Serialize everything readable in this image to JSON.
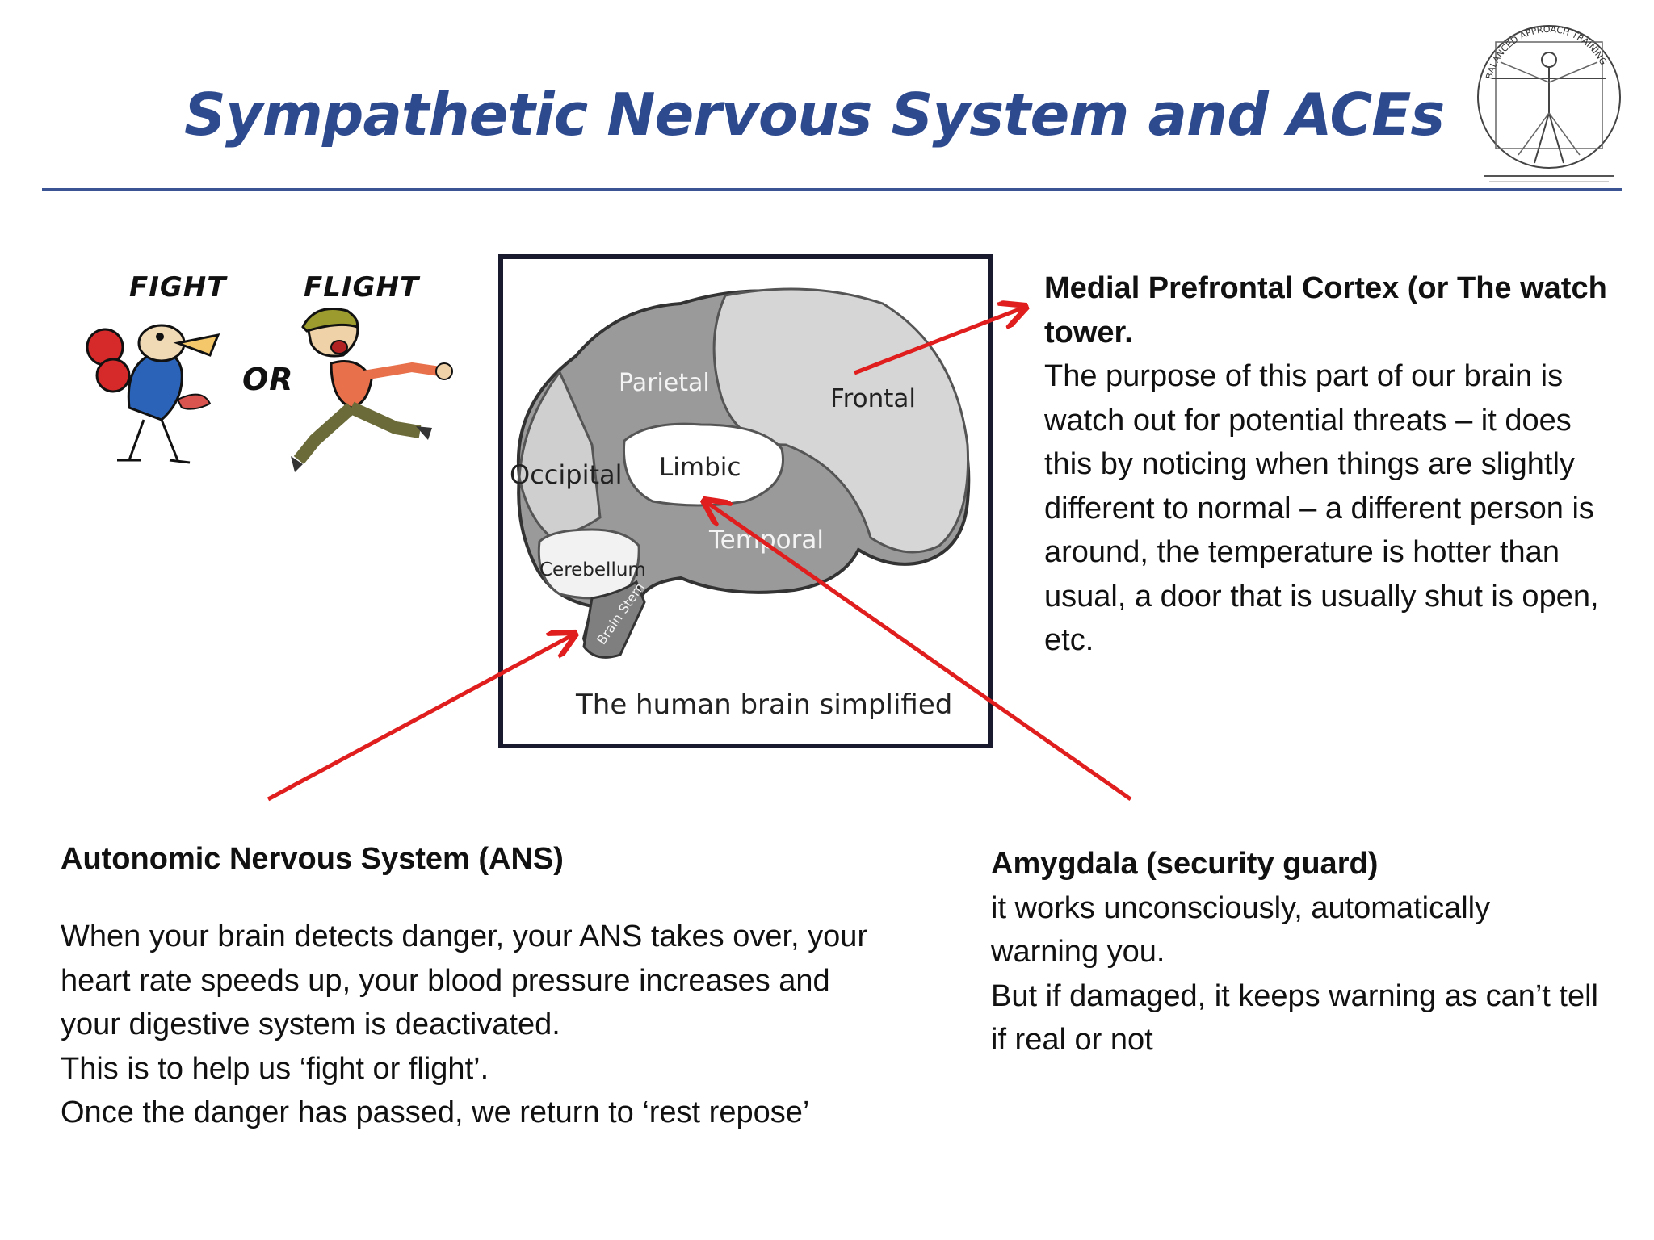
{
  "slide": {
    "title": "Sympathetic Nervous System and ACEs",
    "accent_color": "#2e4a8f",
    "arrow_color": "#e01e1e"
  },
  "logo": {
    "icon": "vitruvian-man-icon",
    "ring_text": "BALANCED APPROACH TRAINING"
  },
  "illustration": {
    "fight_label": "FIGHT",
    "or_label": "OR",
    "flight_label": "FLIGHT"
  },
  "brain": {
    "labels": {
      "parietal": "Parietal",
      "frontal": "Frontal",
      "occipital": "Occipital",
      "limbic": "Limbic",
      "temporal": "Temporal",
      "cerebellum": "Cerebellum",
      "brain_stem": "Brain Stem"
    },
    "caption": "The human brain simplified"
  },
  "callouts": {
    "mpc": {
      "heading": "Medial Prefrontal Cortex (or The watch tower.",
      "body": "The purpose of this part of our brain is watch out for potential threats – it does this by noticing when things are slightly different to normal – a different person is around, the temperature is hotter than usual, a door that is usually shut is open, etc."
    },
    "ans": {
      "heading": "Autonomic Nervous System (ANS)",
      "body_1": "When your brain detects danger, your ANS takes over, your heart rate speeds up, your blood pressure increases and your digestive system is deactivated.",
      "body_2": "This is to help us ‘fight or flight’.",
      "body_3": "Once the danger has passed, we return to ‘rest repose’"
    },
    "amygdala": {
      "heading": "Amygdala (security guard)",
      "body_1": "it works unconsciously, automatically warning you.",
      "body_2": "But if damaged, it keeps warning as can’t tell if real or not"
    }
  }
}
